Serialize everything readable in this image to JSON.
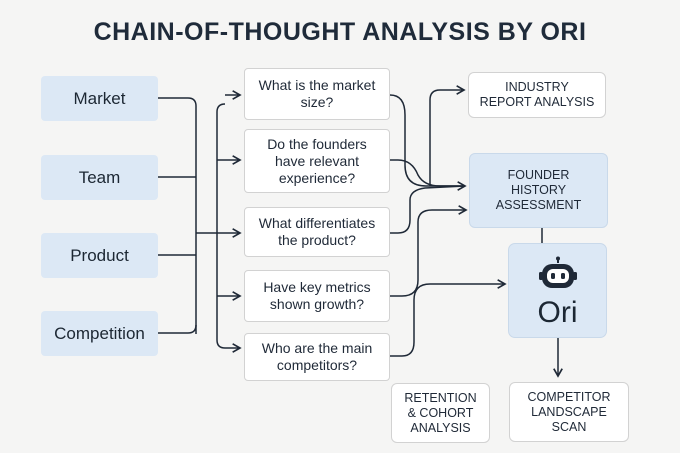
{
  "title": "CHAIN-OF-THOUGHT ANALYSIS BY ORI",
  "categories": [
    "Market",
    "Team",
    "Product",
    "Competition"
  ],
  "questions": [
    "What is the market\nsize?",
    "Do the founders\nhave relevant\nexperience?",
    "What differentiates\nthe product?",
    "Have key metrics\nshown growth?",
    "Who are the main\ncompetitors?"
  ],
  "outputs": {
    "industry_report": "INDUSTRY\nREPORT ANALYSIS",
    "founder_history": "FOUNDER\nHISTORY\nASSESSMENT",
    "retention": "RETENTION\n& COHORT\nANALYSIS",
    "competitor_scan": "COMPETITOR\nLANDSCAPE\nSCAN"
  },
  "agent": {
    "name": "Ori",
    "icon": "robot-icon"
  }
}
